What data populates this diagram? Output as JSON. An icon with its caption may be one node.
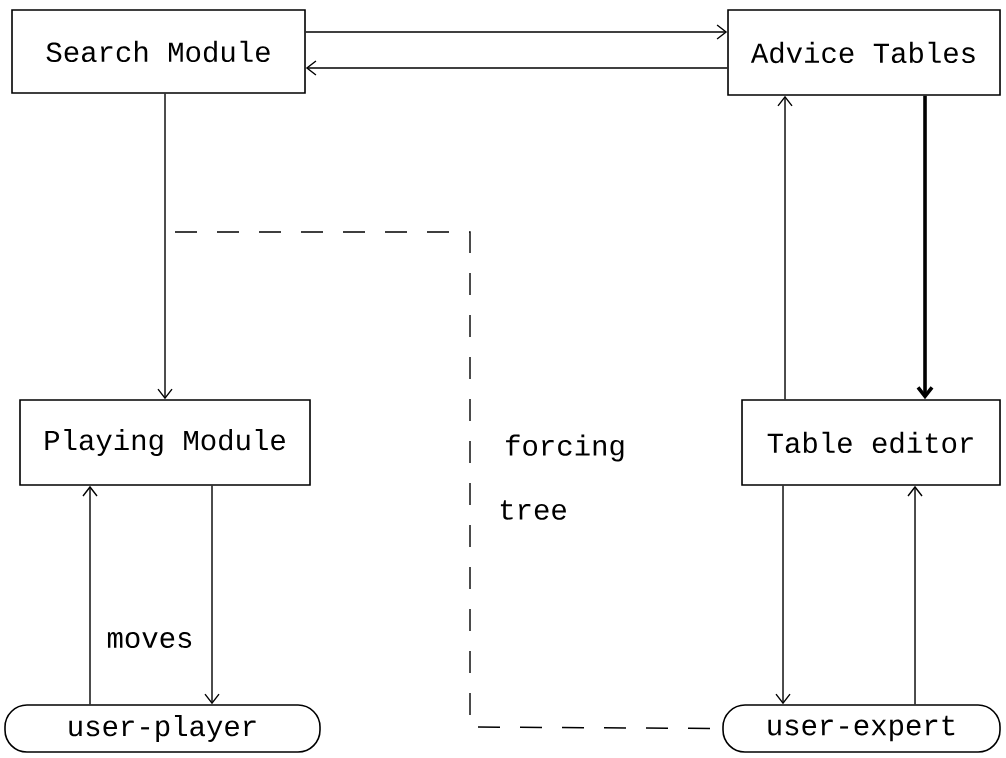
{
  "diagram": {
    "nodes": [
      {
        "text": [
          "Search Module"
        ]
      },
      {
        "text": [
          "Advice Tables"
        ]
      },
      {
        "text": [
          "Playing Module"
        ]
      },
      {
        "text": [
          "Table editor"
        ]
      },
      {
        "text": [
          "user-player"
        ]
      },
      {
        "text": [
          "user-expert"
        ]
      }
    ],
    "edges": [
      {
        "from": 0,
        "to": 1,
        "arrow": "to"
      },
      {
        "from": 1,
        "to": 0,
        "arrow": "to"
      },
      {
        "from": 0,
        "to": 2,
        "arrow": "to"
      },
      {
        "from": 1,
        "to": 3,
        "arrow": "to",
        "style": "thick"
      },
      {
        "from": 3,
        "to": 1,
        "arrow": "to"
      },
      {
        "from": 4,
        "to": 2,
        "arrow": "to"
      },
      {
        "from": 2,
        "to": 4,
        "arrow": "to"
      },
      {
        "from": 3,
        "to": 5,
        "arrow": "to"
      },
      {
        "from": 5,
        "to": 3,
        "arrow": "to"
      },
      {
        "from": null,
        "to": 5,
        "arrow": "none",
        "style": "dashed"
      }
    ],
    "labels": [
      "moves",
      "forcing",
      "tree"
    ]
  }
}
